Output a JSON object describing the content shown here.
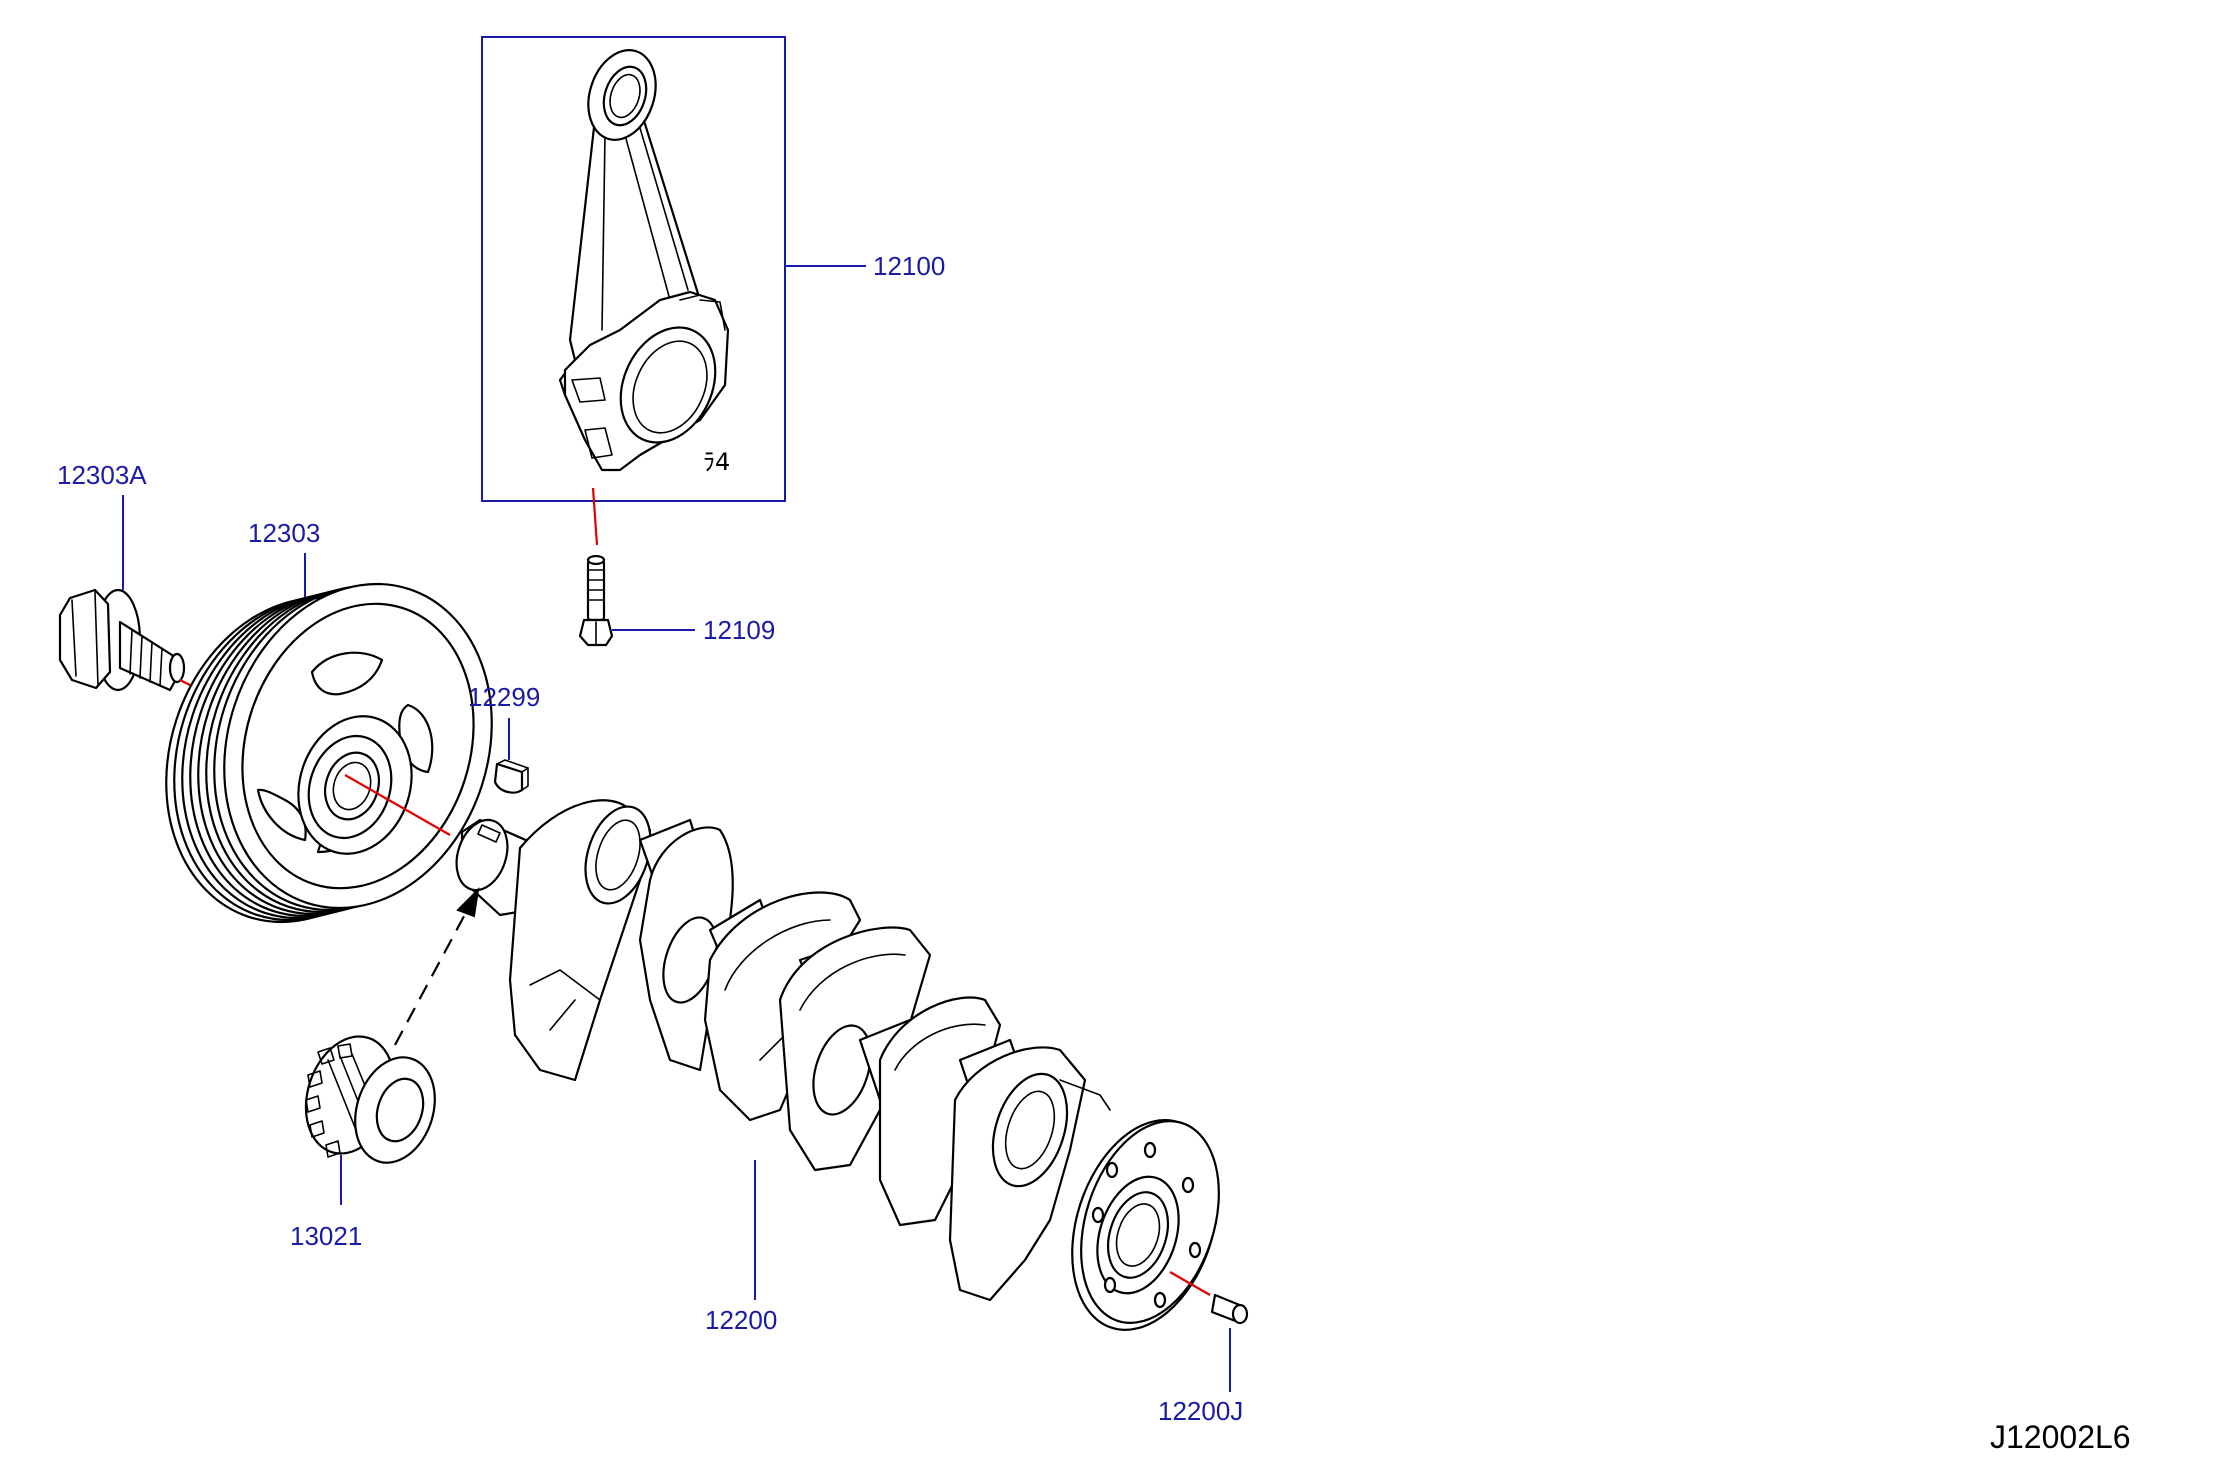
{
  "diagram_id": "J12002L6",
  "quantity_mark": "ﾗ4",
  "parts": {
    "p12100": "12100",
    "p12109": "12109",
    "p12303A": "12303A",
    "p12303": "12303",
    "p12299": "12299",
    "p13021": "13021",
    "p12200": "12200",
    "p12200J": "12200J"
  },
  "colors": {
    "label": "#1a1aa8",
    "leader": "#1a1aa8",
    "connector": "#e00000",
    "ink": "#000000"
  },
  "icons": [
    "connecting-rod-icon",
    "rod-bolt-icon",
    "pulley-bolt-icon",
    "crank-pulley-icon",
    "woodruff-key-icon",
    "crank-sprocket-icon",
    "crankshaft-icon",
    "pilot-pin-icon"
  ]
}
